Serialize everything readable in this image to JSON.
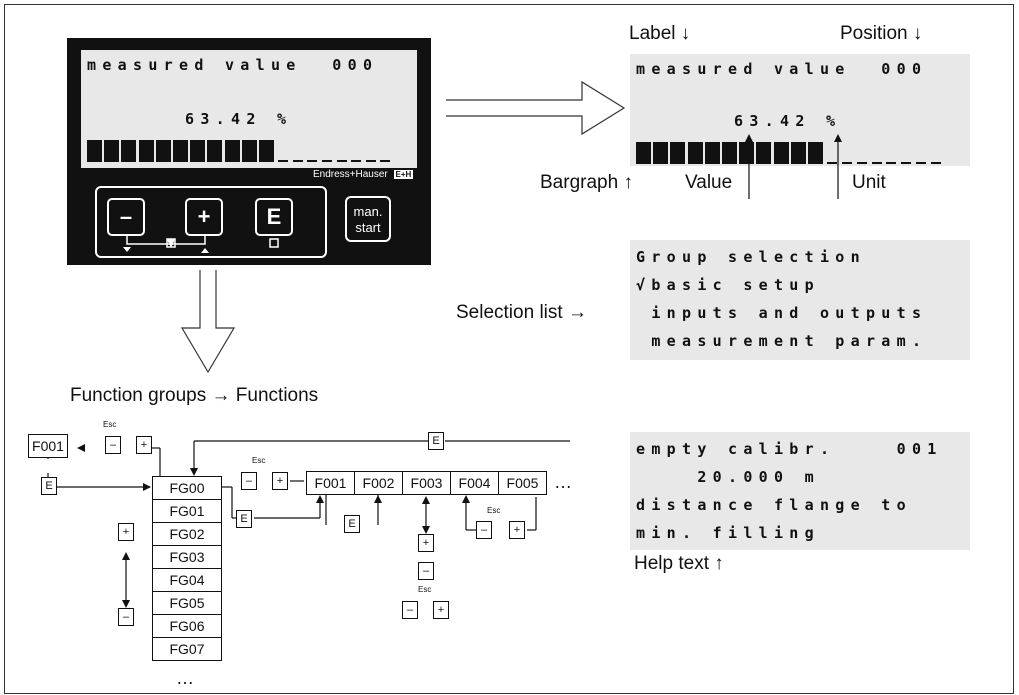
{
  "device": {
    "lcd_line1": "measured value  000",
    "lcd_line2": "63.42 %",
    "brand": "Endress+Hauser",
    "brand_logo": "E+H",
    "keys": {
      "minus": "–",
      "plus": "+",
      "enter": "E",
      "man_line1": "man.",
      "man_line2": "start"
    }
  },
  "annotated_display": {
    "label_caption": "Label ↓",
    "position_caption": "Position ↓",
    "line1": "measured value  000",
    "line2": "63.42 %",
    "bargraph_caption": "Bargraph ↑",
    "value_caption": "Value",
    "unit_caption": "Unit"
  },
  "selection_display": {
    "caption": "Selection list →",
    "lines": [
      "Group selection",
      "√basic setup",
      " inputs and outputs",
      " measurement param."
    ]
  },
  "help_display": {
    "lines": [
      "empty calibr.    001",
      "    20.000 m",
      "distance flange to",
      "min. filling"
    ],
    "caption": "Help text ↑"
  },
  "function_diagram": {
    "caption": "Function groups → Functions",
    "groups": [
      "FG00",
      "FG01",
      "FG02",
      "FG03",
      "FG04",
      "FG05",
      "FG06",
      "FG07"
    ],
    "functions": [
      "F001",
      "F002",
      "F003",
      "F004",
      "F005"
    ],
    "more": "…",
    "start_function": "F001",
    "esc": "Esc",
    "key_minus": "–",
    "key_plus": "+",
    "key_enter": "E"
  }
}
